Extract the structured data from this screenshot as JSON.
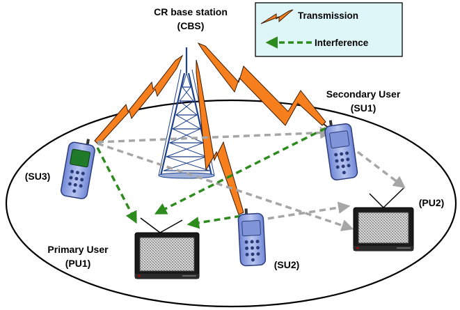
{
  "legend": {
    "transmission": "Transmission",
    "interference": "Interference"
  },
  "labels": {
    "cbs_line1": "CR base station",
    "cbs_line2": "(CBS)",
    "su1_line1": "Secondary User",
    "su1_line2": "(SU1)",
    "su2": "(SU2)",
    "su3": "(SU3)",
    "pu1_line1": "Primary  User",
    "pu1_line2": "(PU1)",
    "pu2": "(PU2)"
  },
  "colors": {
    "transmission_fill": "#f77f1e",
    "interference_green": "#2e8b1e",
    "interference_grey": "#a6a6a6",
    "legend_bg": "#dff6f8",
    "phone_body": "#8aa0e0",
    "tower_blue": "#1c3f8c"
  }
}
